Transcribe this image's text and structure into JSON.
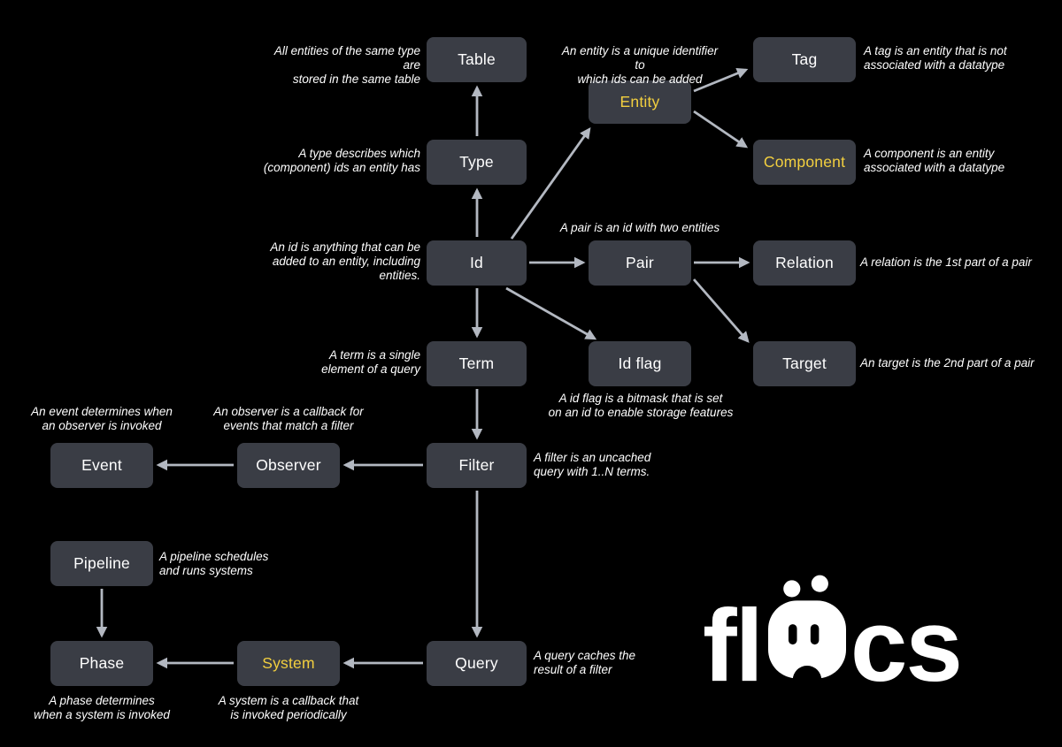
{
  "colors": {
    "background": "#000000",
    "node_bg": "#3a3d45",
    "node_text": "#ffffff",
    "accent": "#f2cf3f",
    "arrow": "#b3b8c1",
    "annotation": "#ffffff",
    "logo": "#ffffff"
  },
  "nodes": {
    "table": {
      "label": "Table"
    },
    "entity": {
      "label": "Entity"
    },
    "tag": {
      "label": "Tag"
    },
    "type": {
      "label": "Type"
    },
    "component": {
      "label": "Component"
    },
    "id": {
      "label": "Id"
    },
    "pair": {
      "label": "Pair"
    },
    "relation": {
      "label": "Relation"
    },
    "term": {
      "label": "Term"
    },
    "id_flag": {
      "label": "Id flag"
    },
    "target": {
      "label": "Target"
    },
    "filter": {
      "label": "Filter"
    },
    "observer": {
      "label": "Observer"
    },
    "event": {
      "label": "Event"
    },
    "pipeline": {
      "label": "Pipeline"
    },
    "phase": {
      "label": "Phase"
    },
    "system": {
      "label": "System"
    },
    "query": {
      "label": "Query"
    }
  },
  "annotations": {
    "table": {
      "text": "All entities of the same type are\nstored in the same table"
    },
    "entity": {
      "text": "An entity is a unique identifier to\nwhich ids can be added"
    },
    "tag": {
      "text": "A tag is an entity that is not\nassociated with a datatype"
    },
    "type": {
      "text": "A type describes which\n(component) ids an entity has"
    },
    "component": {
      "text": "A component is an entity\nassociated with a datatype"
    },
    "id": {
      "text": "An id is anything that can be\nadded to an entity, including\nentities."
    },
    "pair": {
      "text": "A pair is an id with two entities"
    },
    "relation": {
      "text": "A relation is the 1st part of a pair"
    },
    "term": {
      "text": "A term is  a single\nelement of a query"
    },
    "id_flag": {
      "text": "A id flag is a bitmask that is set\non an id to enable storage features"
    },
    "target": {
      "text": "An target is the 2nd part of a pair"
    },
    "event": {
      "text": "An event determines when\nan observer is invoked"
    },
    "observer": {
      "text": "An observer is a callback for\nevents that match a filter"
    },
    "filter": {
      "text": "A filter is an uncached\nquery with 1..N terms."
    },
    "pipeline": {
      "text": "A pipeline schedules\nand runs systems"
    },
    "query": {
      "text": "A query caches the\nresult of a filter"
    },
    "system": {
      "text": "A system is a callback that\nis invoked periodically"
    },
    "phase": {
      "text": "A phase determines\nwhen a system is invoked"
    }
  },
  "logo": {
    "text": "flecs",
    "left": "fl",
    "right": "cs",
    "icon": "flecs-creature-e"
  }
}
